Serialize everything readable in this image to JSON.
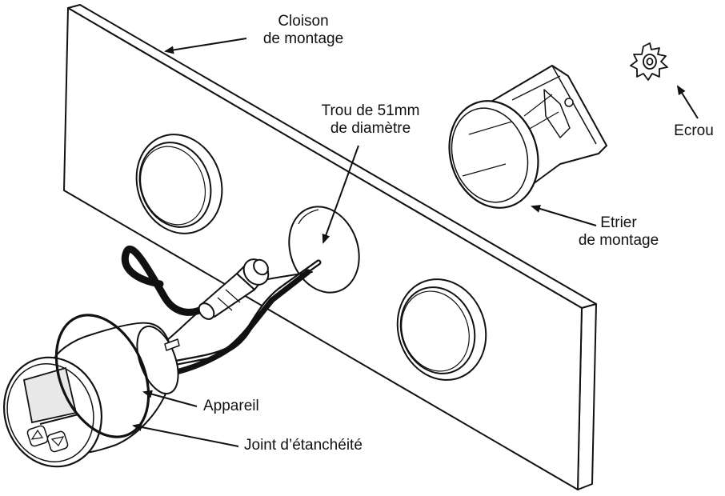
{
  "labels": {
    "panel": {
      "line1": "Cloison",
      "line2": "de montage"
    },
    "hole": {
      "line1": "Trou de 51mm",
      "line2": "de diamètre"
    },
    "nut": "Ecrou",
    "bracket": {
      "line1": "Etrier",
      "line2": "de montage"
    },
    "gauge": "Appareil",
    "gasket": "Joint d’étanchéité"
  },
  "colors": {
    "ink": "#111111",
    "paper": "#ffffff",
    "lens": "#e8e8e8"
  }
}
